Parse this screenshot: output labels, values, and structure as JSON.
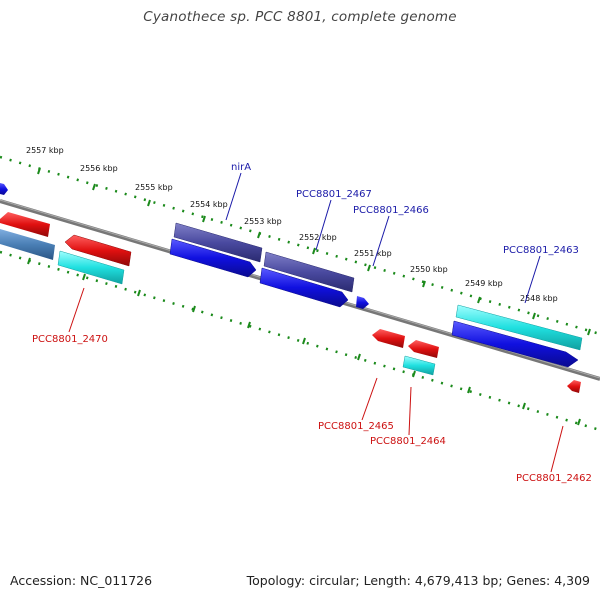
{
  "title": "Cyanothece sp. PCC 8801, complete genome",
  "footer": {
    "accession": "Accession: NC_011726",
    "summary": "Topology: circular; Length: 4,679,413 bp; Genes: 4,309"
  },
  "ticks": [
    "2557 kbp",
    "2556 kbp",
    "2555 kbp",
    "2554 kbp",
    "2553 kbp",
    "2552 kbp",
    "2551 kbp",
    "2550 kbp",
    "2549 kbp",
    "2548 kbp"
  ],
  "gene_labels": [
    {
      "text": "nirA",
      "color": "#1a1aa8"
    },
    {
      "text": "PCC8801_2467",
      "color": "#1a1aa8"
    },
    {
      "text": "PCC8801_2466",
      "color": "#1a1aa8"
    },
    {
      "text": "PCC8801_2463",
      "color": "#1a1aa8"
    },
    {
      "text": "PCC8801_2470",
      "color": "#cc1111"
    },
    {
      "text": "PCC8801_2465",
      "color": "#cc1111"
    },
    {
      "text": "PCC8801_2464",
      "color": "#cc1111"
    },
    {
      "text": "PCC8801_2462",
      "color": "#cc1111"
    }
  ],
  "colors": {
    "backbone": "#8a8a8a",
    "tick_dots": "#1b8a1b",
    "cds_forward": "#1010e0",
    "cds_reverse": "#e01010",
    "rna_dark": "#4a4aa0",
    "cyan": "#20e0e0",
    "steel": "#4a7fb5"
  }
}
